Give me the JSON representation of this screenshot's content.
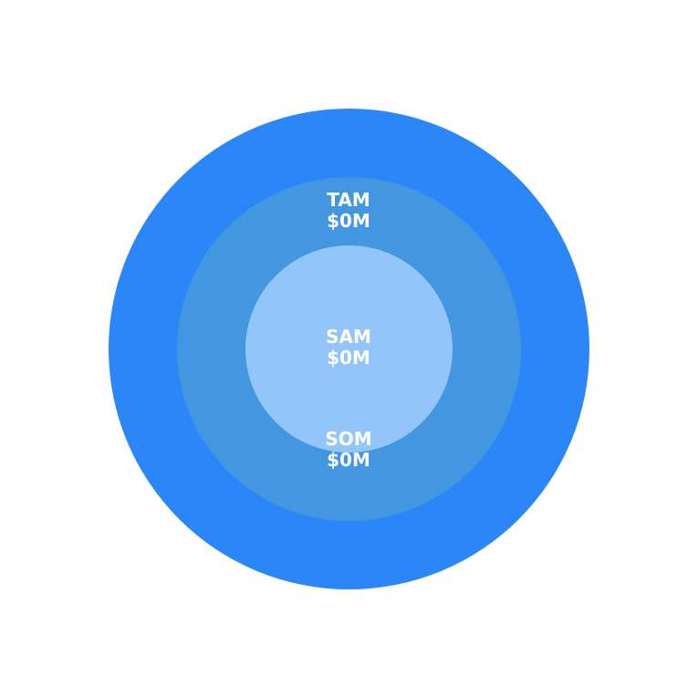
{
  "diagram": {
    "type": "concentric-circles",
    "rings": [
      {
        "id": "tam",
        "name": "TAM",
        "value": "$0M",
        "color": "#2b86f8"
      },
      {
        "id": "sam",
        "name": "SAM",
        "value": "$0M",
        "color": "#4396e0"
      },
      {
        "id": "som",
        "name": "SOM",
        "value": "$0M",
        "color": "#93c5fb"
      }
    ]
  }
}
